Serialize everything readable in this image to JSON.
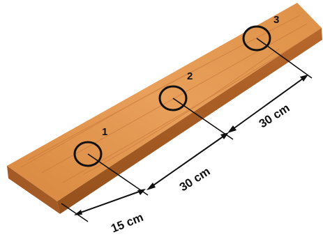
{
  "diagram": {
    "points": [
      {
        "label": "1"
      },
      {
        "label": "2"
      },
      {
        "label": "3"
      }
    ],
    "dimensions": [
      {
        "label": "15 cm"
      },
      {
        "label": "30 cm"
      },
      {
        "label": "30 cm"
      }
    ],
    "colors": {
      "wood_top_light": "#e39a55",
      "wood_top_dark": "#c7702e",
      "wood_front": "#a65a22",
      "wood_side": "#b86a2c",
      "marker_circle": "#111111",
      "dimension_line": "#111111"
    }
  }
}
